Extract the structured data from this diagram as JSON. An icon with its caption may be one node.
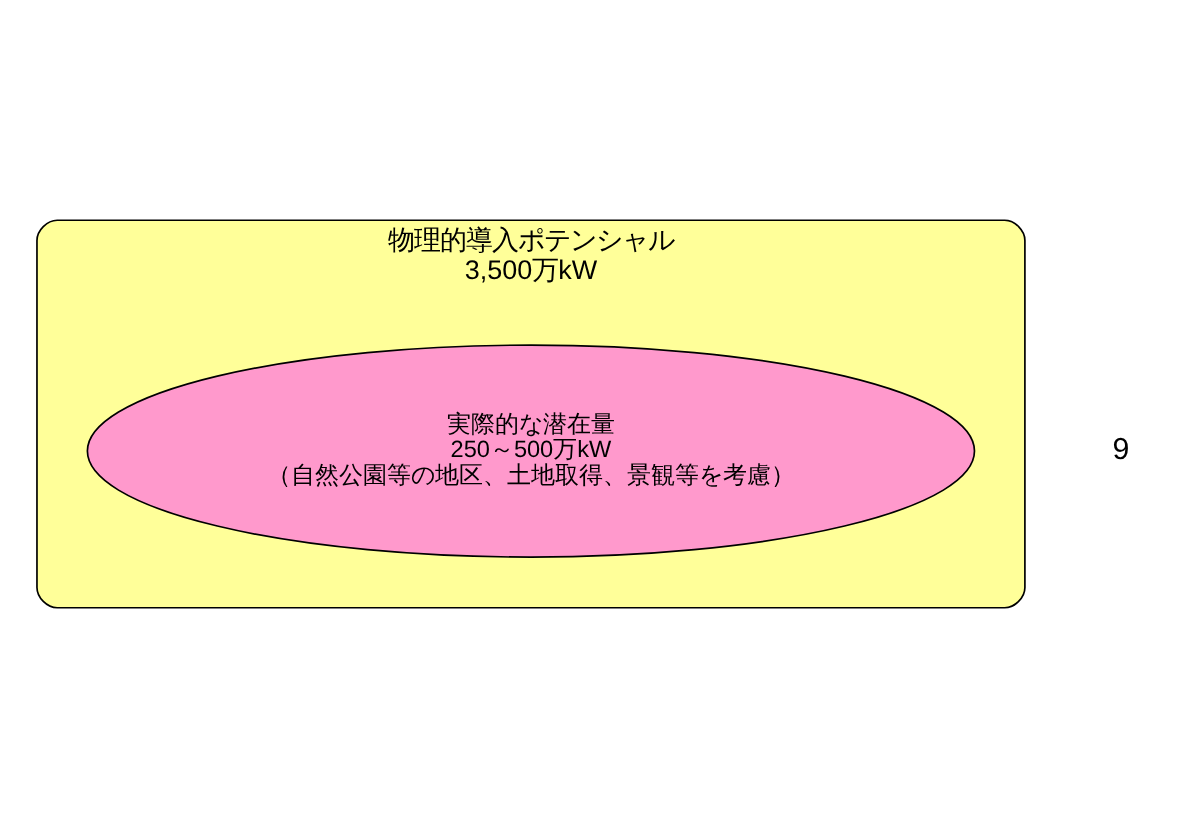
{
  "diagram": {
    "nodes": [
      {
        "text": [
          "物理的導入ポテンシャル",
          "3,500万kW"
        ]
      },
      {
        "text": [
          "実際的な潜在量",
          "250～500万kW",
          "（自然公園等の地区、土地取得、景観等を考慮）"
        ],
        "in": 0
      }
    ],
    "labels": [
      "9"
    ]
  }
}
